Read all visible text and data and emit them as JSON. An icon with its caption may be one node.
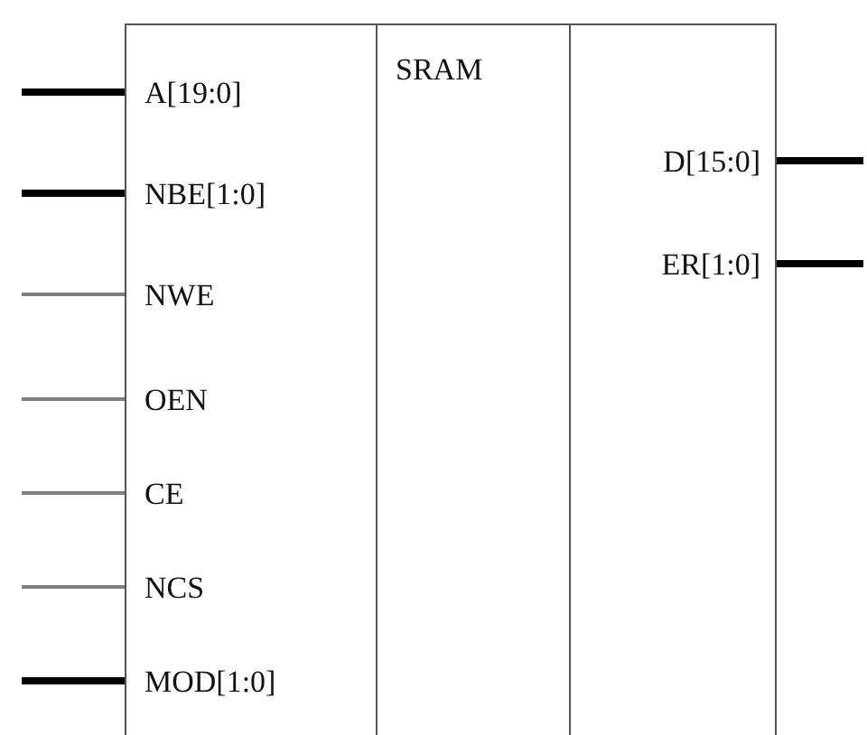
{
  "diagram": {
    "nodes": [
      {
        "text": [
          "A[19:0]",
          "NBE[1:0]",
          "NWE",
          "OEN",
          "CE",
          "NCS",
          "MOD[1:0]"
        ]
      },
      {
        "text": [
          "SRAM"
        ]
      },
      {
        "text": [
          "D[15:0]",
          "ER[1:0]"
        ]
      }
    ],
    "edges": [
      {
        "from": null,
        "to": 0,
        "arrow": "none"
      },
      {
        "from": null,
        "to": 0,
        "arrow": "none"
      },
      {
        "from": null,
        "to": 0,
        "arrow": "none",
        "color": "#808080"
      },
      {
        "from": null,
        "to": 0,
        "arrow": "none",
        "color": "#808080"
      },
      {
        "from": null,
        "to": 0,
        "arrow": "none",
        "color": "#808080"
      },
      {
        "from": null,
        "to": 0,
        "arrow": "none",
        "color": "#808080"
      },
      {
        "from": null,
        "to": 0,
        "arrow": "none"
      },
      {
        "from": 2,
        "to": null,
        "arrow": "none"
      },
      {
        "from": 2,
        "to": null,
        "arrow": "none"
      }
    ]
  }
}
